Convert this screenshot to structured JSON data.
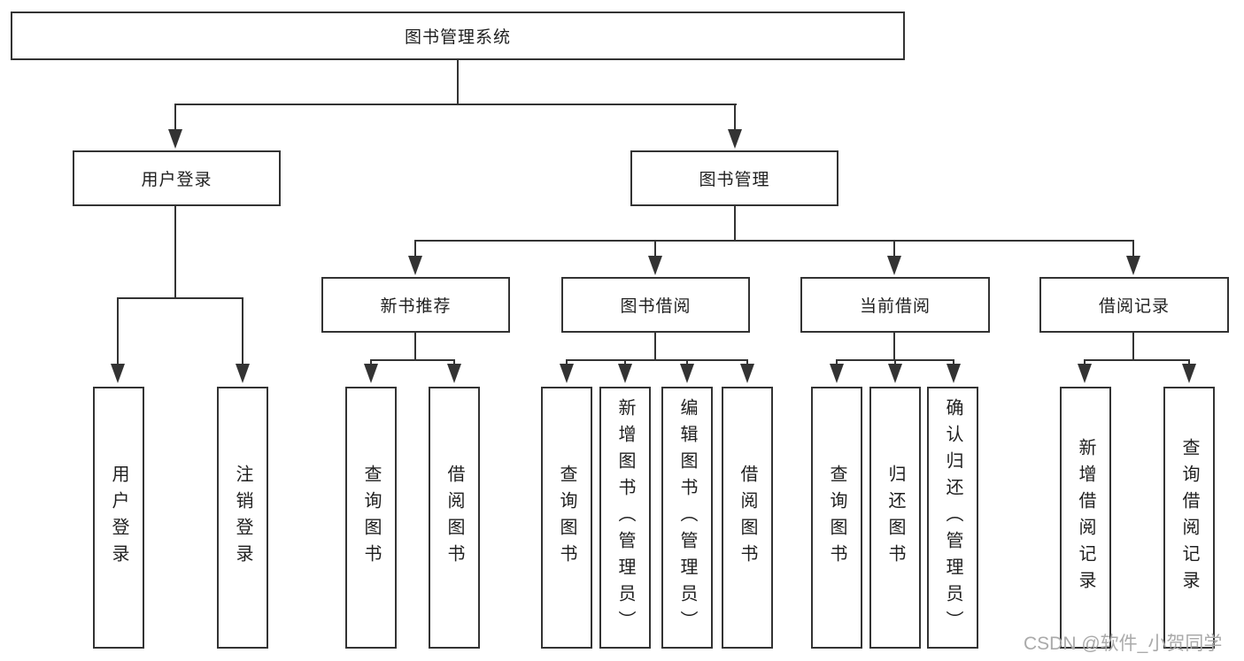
{
  "diagram": {
    "root": {
      "label": "图书管理系统"
    },
    "level2": [
      {
        "label": "用户登录"
      },
      {
        "label": "图书管理"
      }
    ],
    "level3": [
      {
        "label": "新书推荐",
        "parent": "图书管理"
      },
      {
        "label": "图书借阅",
        "parent": "图书管理"
      },
      {
        "label": "当前借阅",
        "parent": "图书管理"
      },
      {
        "label": "借阅记录",
        "parent": "图书管理"
      }
    ],
    "leaves": [
      {
        "label": "用户登录",
        "parent": "用户登录"
      },
      {
        "label": "注销登录",
        "parent": "用户登录"
      },
      {
        "label": "查询图书",
        "parent": "新书推荐"
      },
      {
        "label": "借阅图书",
        "parent": "新书推荐"
      },
      {
        "label": "查询图书",
        "parent": "图书借阅"
      },
      {
        "label": "新增图书（管理员）",
        "parent": "图书借阅"
      },
      {
        "label": "编辑图书（管理员）",
        "parent": "图书借阅"
      },
      {
        "label": "借阅图书",
        "parent": "图书借阅"
      },
      {
        "label": "查询图书",
        "parent": "当前借阅"
      },
      {
        "label": "归还图书",
        "parent": "当前借阅"
      },
      {
        "label": "确认归还（管理员）",
        "parent": "当前借阅"
      },
      {
        "label": "新增借阅记录",
        "parent": "借阅记录"
      },
      {
        "label": "查询借阅记录",
        "parent": "借阅记录"
      }
    ],
    "watermark": "CSDN @软件_小贺同学",
    "colors": {
      "line": "#333333",
      "text": "#1f1f1f",
      "background": "#ffffff",
      "watermark": "#aaaaaa"
    }
  }
}
